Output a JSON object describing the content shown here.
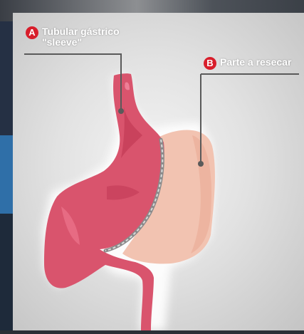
{
  "labels": {
    "a": {
      "badge": "A",
      "line1": "Tubular gástrico",
      "line2": "\"sleeve\""
    },
    "b": {
      "badge": "B",
      "text": "Parte a resecar"
    }
  },
  "colors": {
    "badge_red": "#d81e2b",
    "sleeve_pink": "#d9546d",
    "resected_peach": "#f2c3b1",
    "staple_line": "#8a8a8a",
    "leader_line": "#5a5a5a"
  }
}
